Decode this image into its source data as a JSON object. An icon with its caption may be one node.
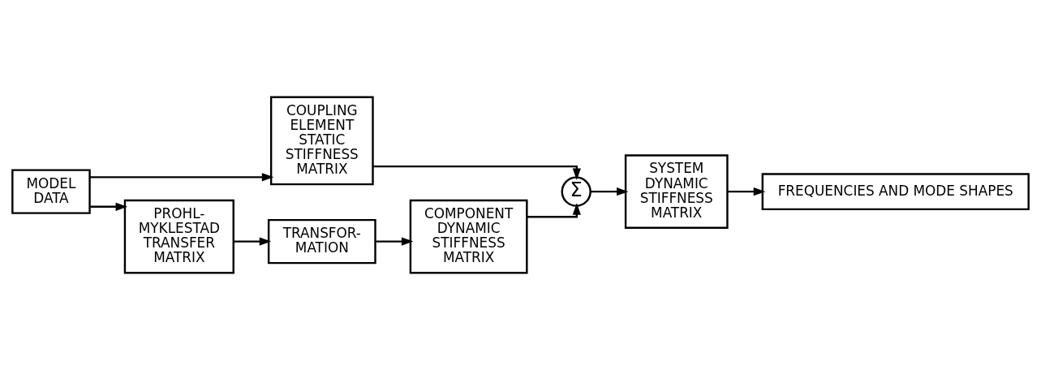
{
  "diagram": {
    "nodes": [
      {
        "text": [
          "MODEL DATA"
        ]
      },
      {
        "text": [
          "COUPLING ELEMENT STATIC STIFFNESS MATRIX"
        ]
      },
      {
        "text": [
          "PROHL- MYKLESTAD TRANSFER MATRIX"
        ]
      },
      {
        "text": [
          "TRANSFOR- MATION"
        ]
      },
      {
        "text": [
          "COMPONENT DYNAMIC STIFFNESS MATRIX"
        ]
      },
      {
        "text": [
          "Σ"
        ]
      },
      {
        "text": [
          "SYSTEM DYNAMIC STIFFNESS MATRIX"
        ]
      },
      {
        "text": [
          "FREQUENCIES AND MODE SHAPES"
        ]
      }
    ],
    "edges": [
      {
        "from": 0,
        "to": 1,
        "arrow": "to"
      },
      {
        "from": 0,
        "to": 2,
        "arrow": "to"
      },
      {
        "from": 2,
        "to": 3,
        "arrow": "to"
      },
      {
        "from": 3,
        "to": 4,
        "arrow": "to"
      },
      {
        "from": 4,
        "to": 5,
        "arrow": "to"
      },
      {
        "from": 1,
        "to": 5,
        "arrow": "to"
      },
      {
        "from": 5,
        "to": 6,
        "arrow": "to"
      },
      {
        "from": 6,
        "to": 7,
        "arrow": "to"
      }
    ]
  }
}
